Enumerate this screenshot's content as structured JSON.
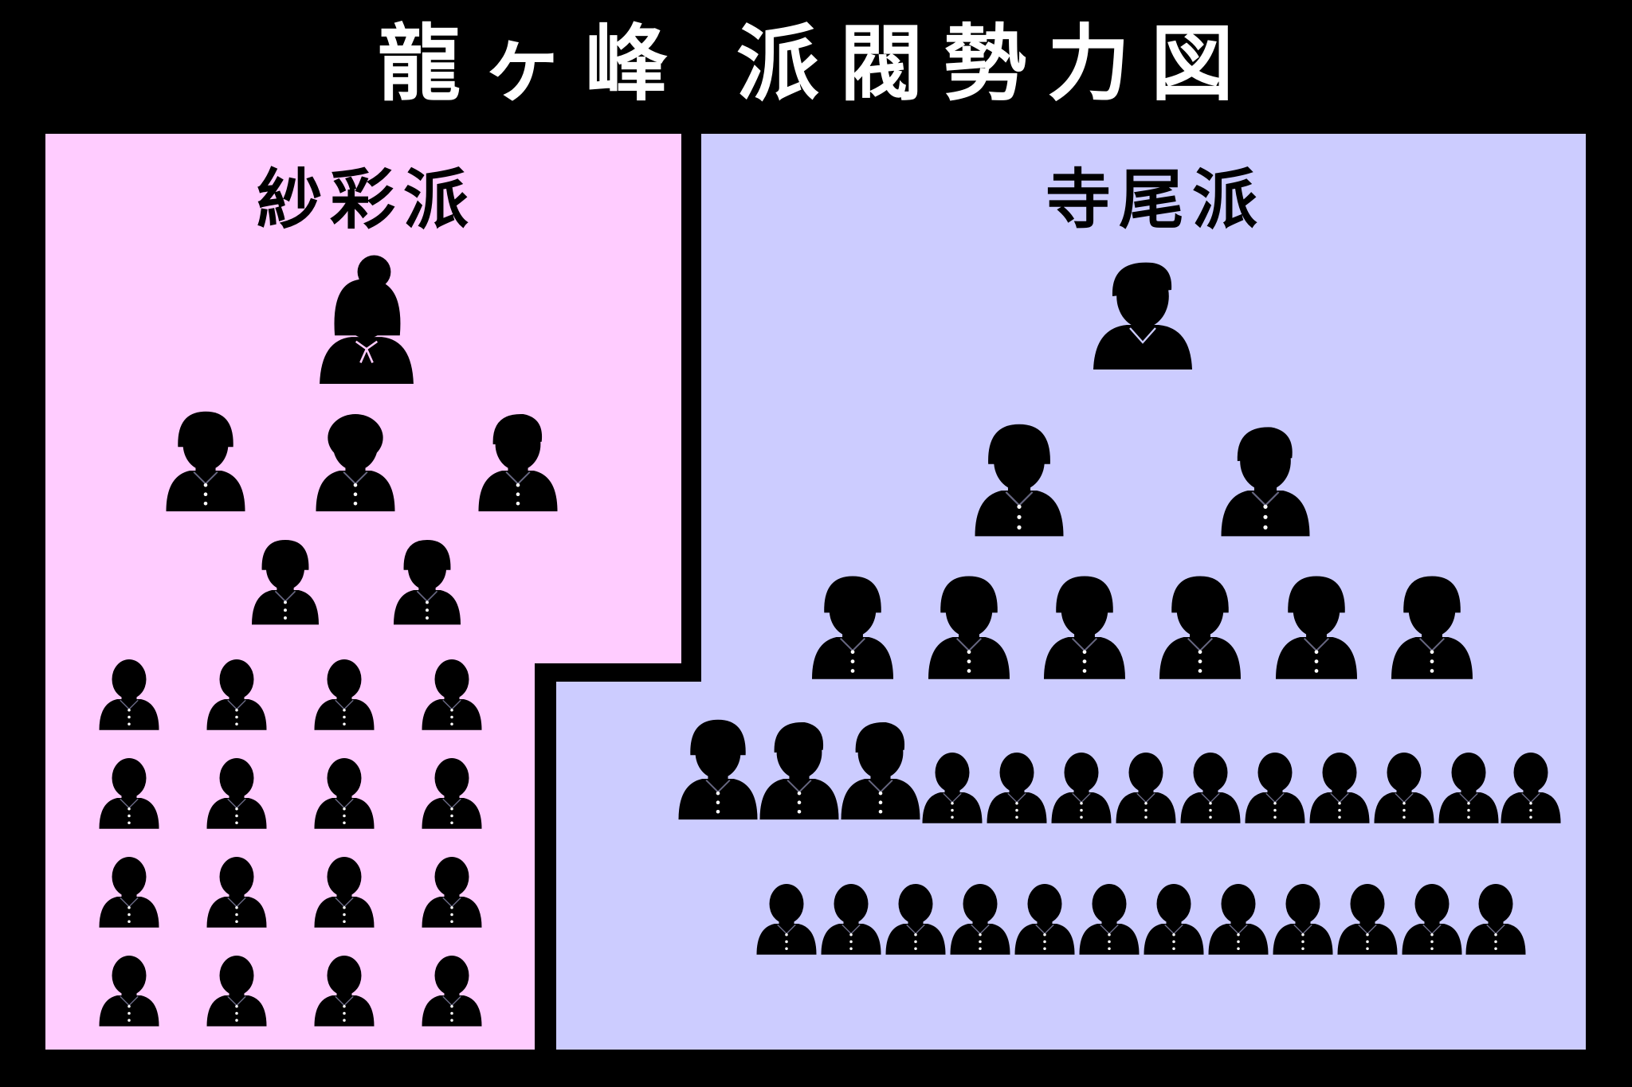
{
  "title": {
    "main": "龍ヶ峰",
    "sub": "派閥勢力図"
  },
  "colors": {
    "background": "#000000",
    "left_panel": "#FFCCFF",
    "right_panel": "#CCCCFF",
    "icon": "#000000"
  },
  "factions": [
    {
      "name": "紗彩派",
      "leader": {
        "icon": "female-leader-icon"
      },
      "tiers": [
        3,
        2,
        4,
        4,
        4,
        4
      ],
      "total_members": 21
    },
    {
      "name": "寺尾派",
      "leader": {
        "icon": "male-leader-icon"
      },
      "tiers": [
        2,
        6,
        13,
        12
      ],
      "total_members": 33
    }
  ]
}
